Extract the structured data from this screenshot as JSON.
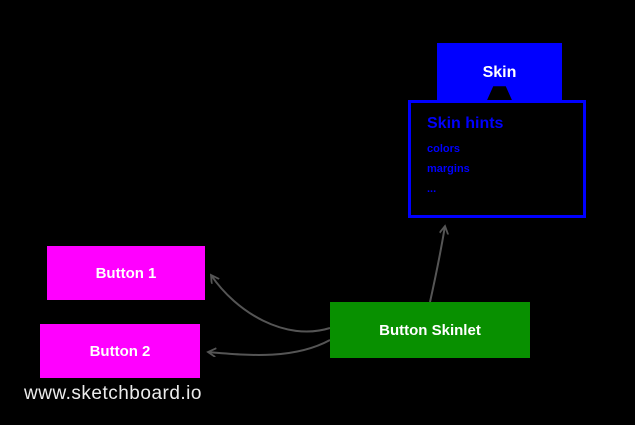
{
  "canvas": {
    "background": "#000000"
  },
  "watermark": "www.sketchboard.io",
  "nodes": {
    "skin": {
      "label": "Skin",
      "fill": "#0000ff",
      "text_color": "#ffffff"
    },
    "skin_hints": {
      "title": "Skin hints",
      "items": [
        "colors",
        "margins",
        "..."
      ],
      "border_color": "#0000ff",
      "text_color": "#0000ff",
      "fill": "#000000"
    },
    "button1": {
      "label": "Button 1",
      "fill": "#ff00ff",
      "text_color": "#ffffff"
    },
    "button2": {
      "label": "Button 2",
      "fill": "#ff00ff",
      "text_color": "#ffffff"
    },
    "button_skinlet": {
      "label": "Button Skinlet",
      "fill": "#089000",
      "text_color": "#ffffff"
    }
  },
  "connectors": {
    "color": "#555555",
    "edges": [
      {
        "from": "button_skinlet",
        "to": "button1"
      },
      {
        "from": "button_skinlet",
        "to": "button2"
      },
      {
        "from": "button_skinlet",
        "to": "skin_hints"
      }
    ]
  }
}
